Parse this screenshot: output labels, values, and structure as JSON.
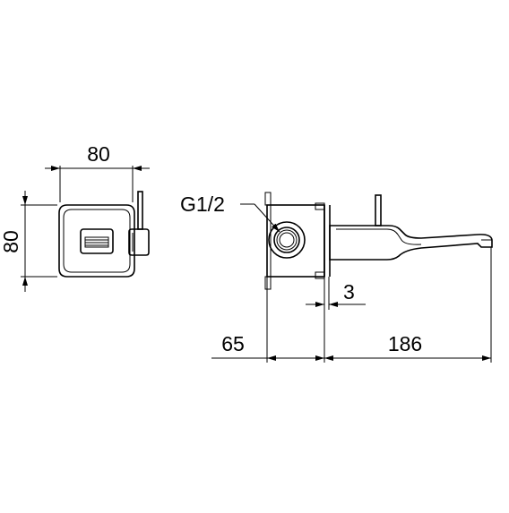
{
  "dimensions": {
    "front_width": "80",
    "front_height": "80",
    "thread": "G1/2",
    "wall_gap": "3",
    "depth": "65",
    "spout_length": "186"
  },
  "colors": {
    "line": "#000000",
    "background": "#ffffff"
  }
}
